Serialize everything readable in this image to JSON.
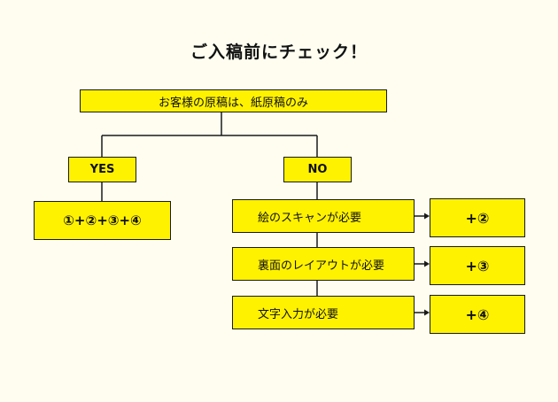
{
  "title": "ご入稿前にチェック！",
  "root": "お客様の原稿は、紙原稿のみ",
  "yes_label": "YES",
  "no_label": "NO",
  "yes_result": "①+②+③+④",
  "conditions": [
    {
      "label": "絵のスキャンが必要",
      "result": "+②"
    },
    {
      "label": "裏面のレイアウトが必要",
      "result": "+③"
    },
    {
      "label": "文字入力が必要",
      "result": "+④"
    }
  ],
  "colors": {
    "box_fill": "#fff200",
    "background": "#fefdf0",
    "line": "#1a1a1a"
  }
}
